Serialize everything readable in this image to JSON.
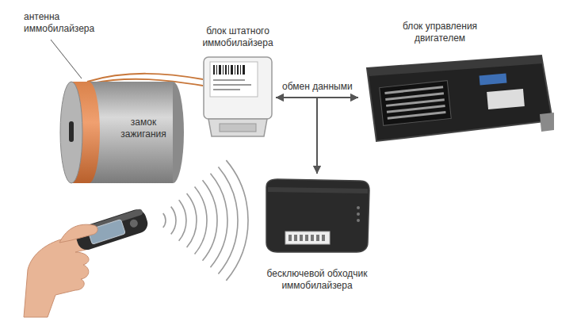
{
  "diagram": {
    "nodes": [
      {
        "text": [
          "замок зажигания"
        ]
      },
      {
        "text": [
          "блок штатного иммобилайзера"
        ]
      },
      {
        "text": [
          "блок управления двигателем"
        ]
      },
      {
        "text": [
          "бесключевой обходчик иммобилайзера"
        ]
      }
    ],
    "edges": [
      {
        "from": 1,
        "to": 2,
        "arrow": "both",
        "label": "обмен данными"
      },
      {
        "from": 3,
        "to": 1,
        "arrow": "both"
      },
      {
        "from": 3,
        "to": 2,
        "arrow": "both"
      }
    ],
    "labels": [
      "антенна иммобилайзера"
    ]
  }
}
